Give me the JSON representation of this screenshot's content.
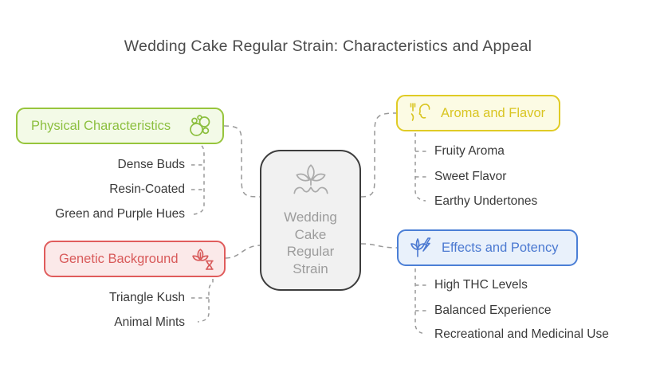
{
  "title": "Wedding Cake Regular Strain: Characteristics and Appeal",
  "colors": {
    "background": "#FFFFFF",
    "title_text": "#4B4B4B",
    "leaf_text": "#3A3A3A",
    "connector": "#999999"
  },
  "center": {
    "lines": [
      "Wedding",
      "Cake",
      "Regular",
      "Strain"
    ],
    "icon": "sprout-icon",
    "colors": {
      "border": "#3D3D3D",
      "bg": "#F1F1F1",
      "text": "#9C9C9C",
      "icon": "#ABABAB"
    }
  },
  "branches": [
    {
      "label": "Physical Characteristics",
      "side": "left",
      "icon": "buds-cluster-icon",
      "colors": {
        "border": "#97C53C",
        "bg": "#F3FAE7",
        "text": "#8CBF3F"
      },
      "children": [
        "Dense Buds",
        "Resin-Coated",
        "Green and Purple Hues"
      ]
    },
    {
      "label": "Genetic Background",
      "side": "left",
      "icon": "plant-dna-icon",
      "colors": {
        "border": "#E05C5C",
        "bg": "#FBE9E9",
        "text": "#D85A5A"
      },
      "children": [
        "Triangle Kush",
        "Animal Mints"
      ]
    },
    {
      "label": "Aroma and Flavor",
      "side": "right",
      "icon": "taste-profile-icon",
      "colors": {
        "border": "#E0CB25",
        "bg": "#FCFBE4",
        "text": "#D9C522"
      },
      "children": [
        "Fruity Aroma",
        "Sweet Flavor",
        "Earthy Undertones"
      ]
    },
    {
      "label": "Effects and Potency",
      "side": "right",
      "icon": "plant-bolt-icon",
      "colors": {
        "border": "#4B7FD6",
        "bg": "#E9F1FB",
        "text": "#4B79D1"
      },
      "children": [
        "High THC Levels",
        "Balanced Experience",
        "Recreational and Medicinal Use"
      ]
    }
  ]
}
